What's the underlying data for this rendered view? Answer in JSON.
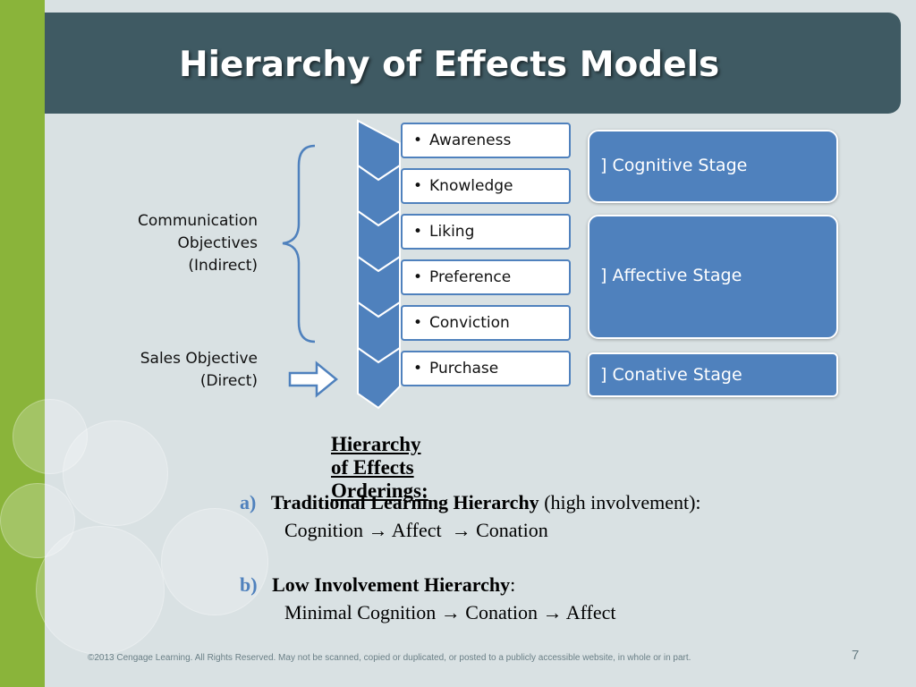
{
  "slide": {
    "title": "Hierarchy of Effects Models",
    "page_number": "7",
    "footer": "©2013 Cengage Learning. All Rights Reserved. May not be scanned, copied or duplicated, or posted to a publicly accessible website, in whole or in part."
  },
  "diagram": {
    "levels": [
      "Awareness",
      "Knowledge",
      "Liking",
      "Preference",
      "Conviction",
      "Purchase"
    ],
    "bullet": "•",
    "stages": [
      {
        "label": "] Cognitive Stage"
      },
      {
        "label": "] Affective Stage"
      },
      {
        "label": "] Conative Stage"
      }
    ],
    "communication_objectives": [
      "Communication",
      "Objectives",
      "(Indirect)"
    ],
    "sales_objective": [
      "Sales Objective",
      "(Direct)"
    ]
  },
  "orderings": {
    "heading": "Hierarchy of Effects Orderings:",
    "items": [
      {
        "letter": "a)",
        "name": "Traditional Learning Hierarchy",
        "suffix": " (high involvement):",
        "sequence": "Cognition → Affect  → Conation"
      },
      {
        "letter": "b)",
        "name": "Low Involvement Hierarchy",
        "suffix": ":",
        "sequence": "Minimal Cognition → Conation → Affect"
      }
    ]
  },
  "colors": {
    "title_band": "#3f5a63",
    "accent_green": "#8ab43a",
    "chevron_blue": "#4f81bd",
    "background": "#d9e1e3"
  }
}
